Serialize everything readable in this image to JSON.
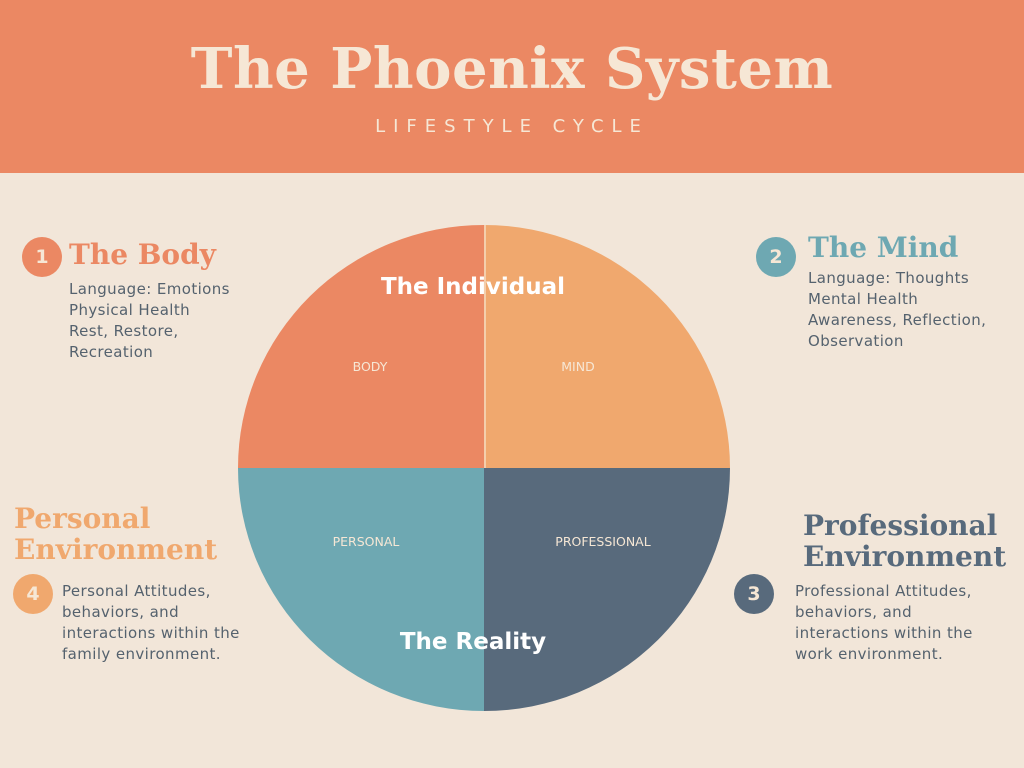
{
  "header": {
    "title": "The Phoenix System",
    "subtitle": "LIFESTYLE CYCLE"
  },
  "colors": {
    "header_bg": "#EB8863",
    "page_bg": "#F2E6D9",
    "body": "#EB8863",
    "mind": "#F0A86E",
    "personal": "#6EA8B2",
    "professional": "#586A7C",
    "text": "#55626E"
  },
  "diagram": {
    "top_label": "The Individual",
    "bottom_label": "The Reality",
    "quadrants": [
      {
        "id": "body",
        "label": "BODY",
        "color": "#EB8863"
      },
      {
        "id": "mind",
        "label": "MIND",
        "color": "#F0A86E"
      },
      {
        "id": "personal",
        "label": "PERSONAL",
        "color": "#6EA8B2"
      },
      {
        "id": "professional",
        "label": "PROFESSIONAL",
        "color": "#586A7C"
      }
    ]
  },
  "sections": {
    "body": {
      "number": "1",
      "title": "The Body",
      "lines": [
        "Language: Emotions",
        "Physical Health",
        "Rest, Restore,",
        "Recreation"
      ]
    },
    "mind": {
      "number": "2",
      "title": "The Mind",
      "lines": [
        "Language: Thoughts",
        "Mental Health",
        "Awareness, Reflection,",
        "Observation"
      ]
    },
    "professional": {
      "number": "3",
      "title_line1": "Professional",
      "title_line2": "Environment",
      "text": "Professional Attitudes, behaviors, and interactions within the work environment."
    },
    "personal": {
      "number": "4",
      "title_line1": "Personal",
      "title_line2": "Environment",
      "text": "Personal Attitudes, behaviors, and interactions within the family environment."
    }
  }
}
